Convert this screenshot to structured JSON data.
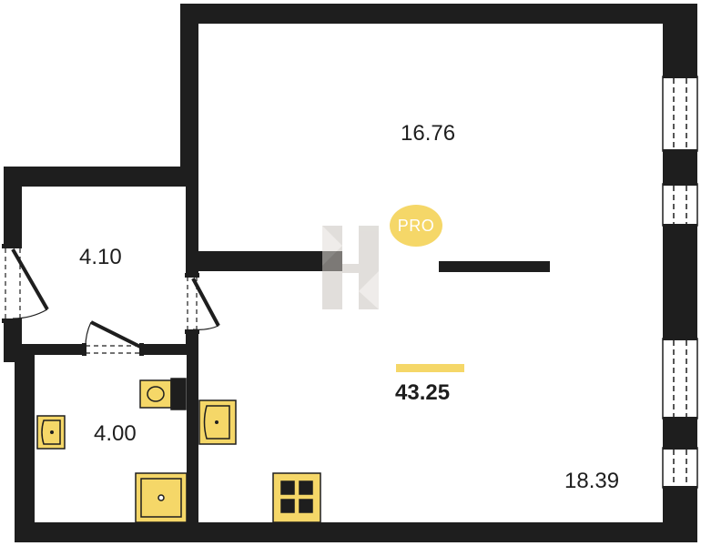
{
  "rooms": {
    "main_room_area": "16.76",
    "hall_area": "4.10",
    "bathroom_area": "4.00",
    "kitchen_area": "18.39"
  },
  "total": {
    "area": "43.25",
    "accent_color": "#f5d768"
  },
  "badge": {
    "text": "PRO",
    "color": "#f5d768"
  },
  "colors": {
    "wall": "#1e1e1e",
    "fixture_fill": "#f5d768",
    "watermark": "#c9c4be"
  }
}
